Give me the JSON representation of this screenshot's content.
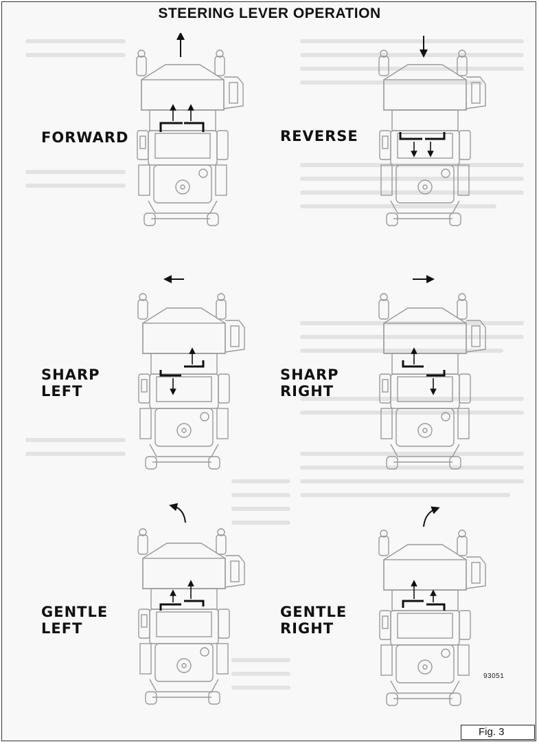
{
  "title": "STEERING LEVER OPERATION",
  "panels": [
    {
      "id": "forward",
      "label_lines": [
        "FORWARD"
      ]
    },
    {
      "id": "reverse",
      "label_lines": [
        "REVERSE"
      ]
    },
    {
      "id": "sharp-left",
      "label_lines": [
        "SHARP",
        "LEFT"
      ]
    },
    {
      "id": "sharp-right",
      "label_lines": [
        "SHARP",
        "RIGHT"
      ]
    },
    {
      "id": "gentle-left",
      "label_lines": [
        "GENTLE",
        "LEFT"
      ]
    },
    {
      "id": "gentle-right",
      "label_lines": [
        "GENTLE",
        "RIGHT"
      ]
    }
  ],
  "image_code": "93051",
  "figure_label": "Fig. 3"
}
